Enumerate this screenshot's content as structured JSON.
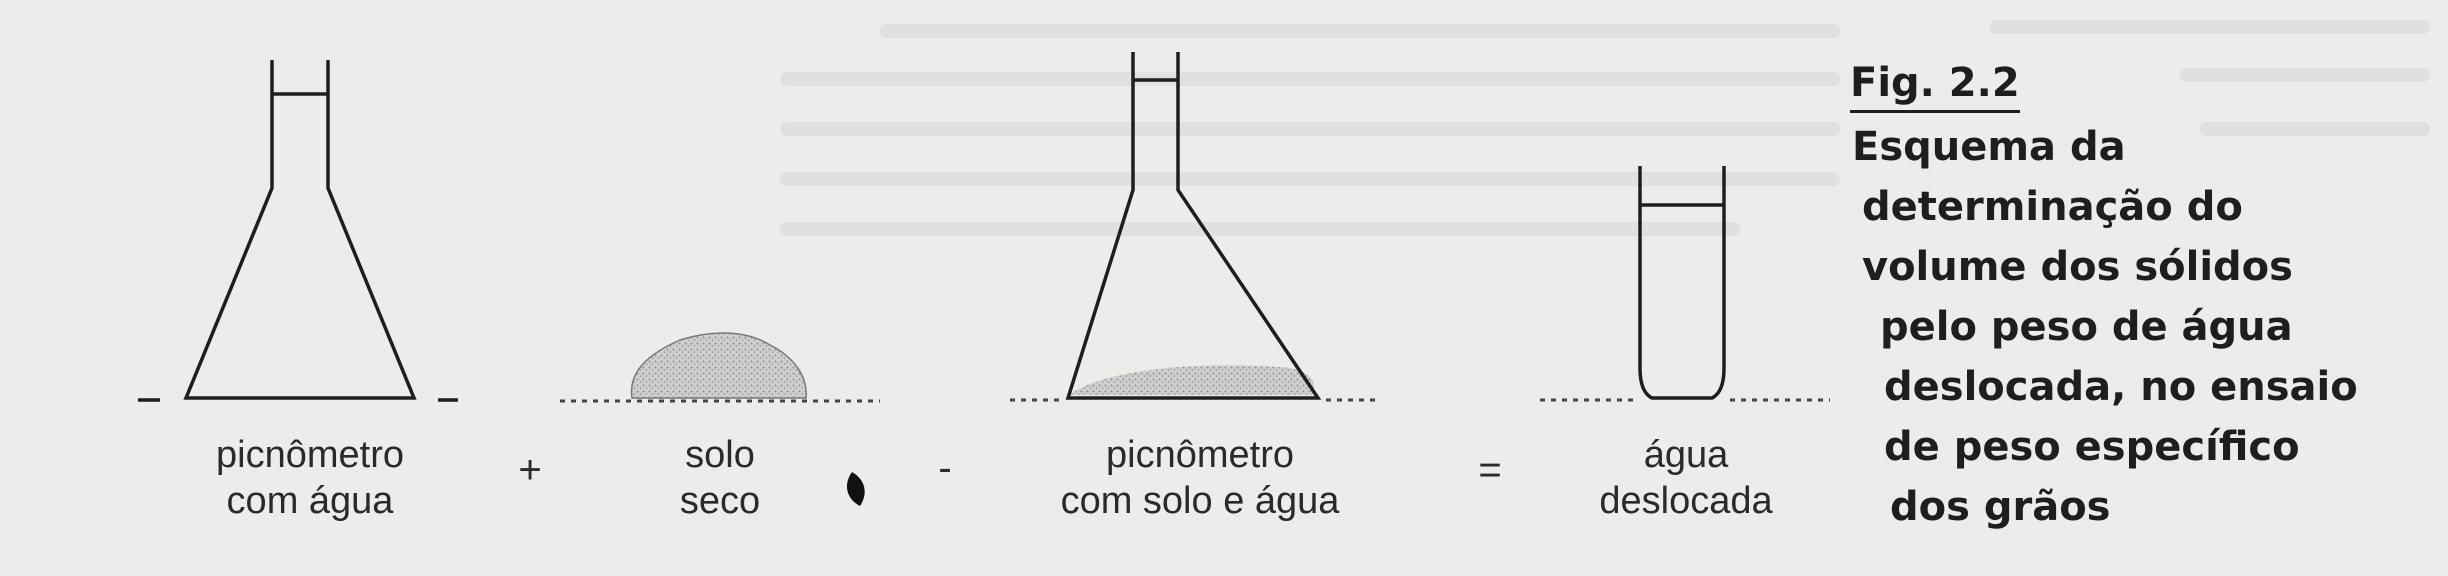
{
  "figure": {
    "items": [
      {
        "id": "picnometer-with-water",
        "label_lines": [
          "picnômetro",
          "com água"
        ]
      },
      {
        "id": "dry-soil",
        "label_lines": [
          "solo",
          "seco"
        ]
      },
      {
        "id": "picnometer-with-soil-and-water",
        "label_lines": [
          "picnômetro",
          "com solo e água"
        ]
      },
      {
        "id": "displaced-water",
        "label_lines": [
          "água",
          "deslocada"
        ]
      }
    ],
    "operators": [
      "+",
      "-",
      "="
    ]
  },
  "caption": {
    "number": "Fig. 2.2",
    "lines": [
      "Esquema da",
      "determinação do",
      "volume dos sólidos",
      "pelo peso de água",
      "deslocada, no ensaio",
      "de peso específico",
      "dos grãos"
    ]
  }
}
